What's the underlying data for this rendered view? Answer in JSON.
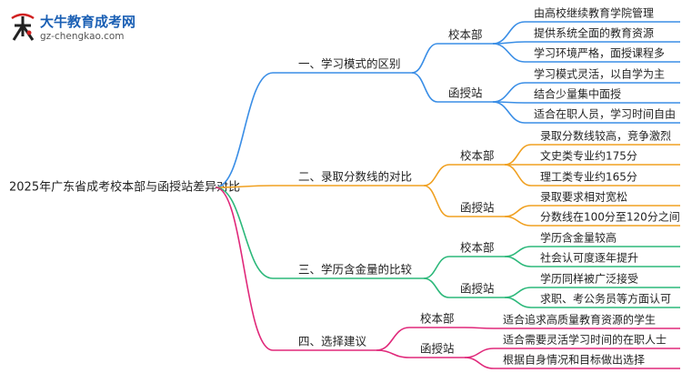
{
  "logo": {
    "title": "大牛教育成考网",
    "subtitle": "gz-chengkao.com"
  },
  "colors": {
    "branch1": "#3a8ee6",
    "branch2": "#f0a020",
    "branch3": "#2cb87a",
    "branch4": "#e0287a",
    "root_line": "#3a8ee6"
  },
  "mindmap": {
    "root": "2025年广东省成考校本部与函授站差异对比",
    "branches": [
      {
        "label": "一、学习模式的区别",
        "groups": [
          {
            "label": "校本部",
            "items": [
              "由高校继续教育学院管理",
              "提供系统全面的教育资源",
              "学习环境严格，面授课程多"
            ]
          },
          {
            "label": "函授站",
            "items": [
              "学习模式灵活，以自学为主",
              "结合少量集中面授",
              "适合在职人员，学习时间自由"
            ]
          }
        ]
      },
      {
        "label": "二、录取分数线的对比",
        "groups": [
          {
            "label": "校本部",
            "items": [
              "录取分数线较高，竞争激烈",
              "文史类专业约175分",
              "理工类专业约165分"
            ]
          },
          {
            "label": "函授站",
            "items": [
              "录取要求相对宽松",
              "分数线在100分至120分之间"
            ]
          }
        ]
      },
      {
        "label": "三、学历含金量的比较",
        "groups": [
          {
            "label": "校本部",
            "items": [
              "学历含金量较高",
              "社会认可度逐年提升"
            ]
          },
          {
            "label": "函授站",
            "items": [
              "学历同样被广泛接受",
              "求职、考公务员等方面认可"
            ]
          }
        ]
      },
      {
        "label": "四、选择建议",
        "groups": [
          {
            "label": "校本部",
            "items": [
              "适合追求高质量教育资源的学生"
            ]
          },
          {
            "label": "函授站",
            "items": [
              "适合需要灵活学习时间的在职人士",
              "根据自身情况和目标做出选择"
            ]
          }
        ]
      }
    ]
  }
}
